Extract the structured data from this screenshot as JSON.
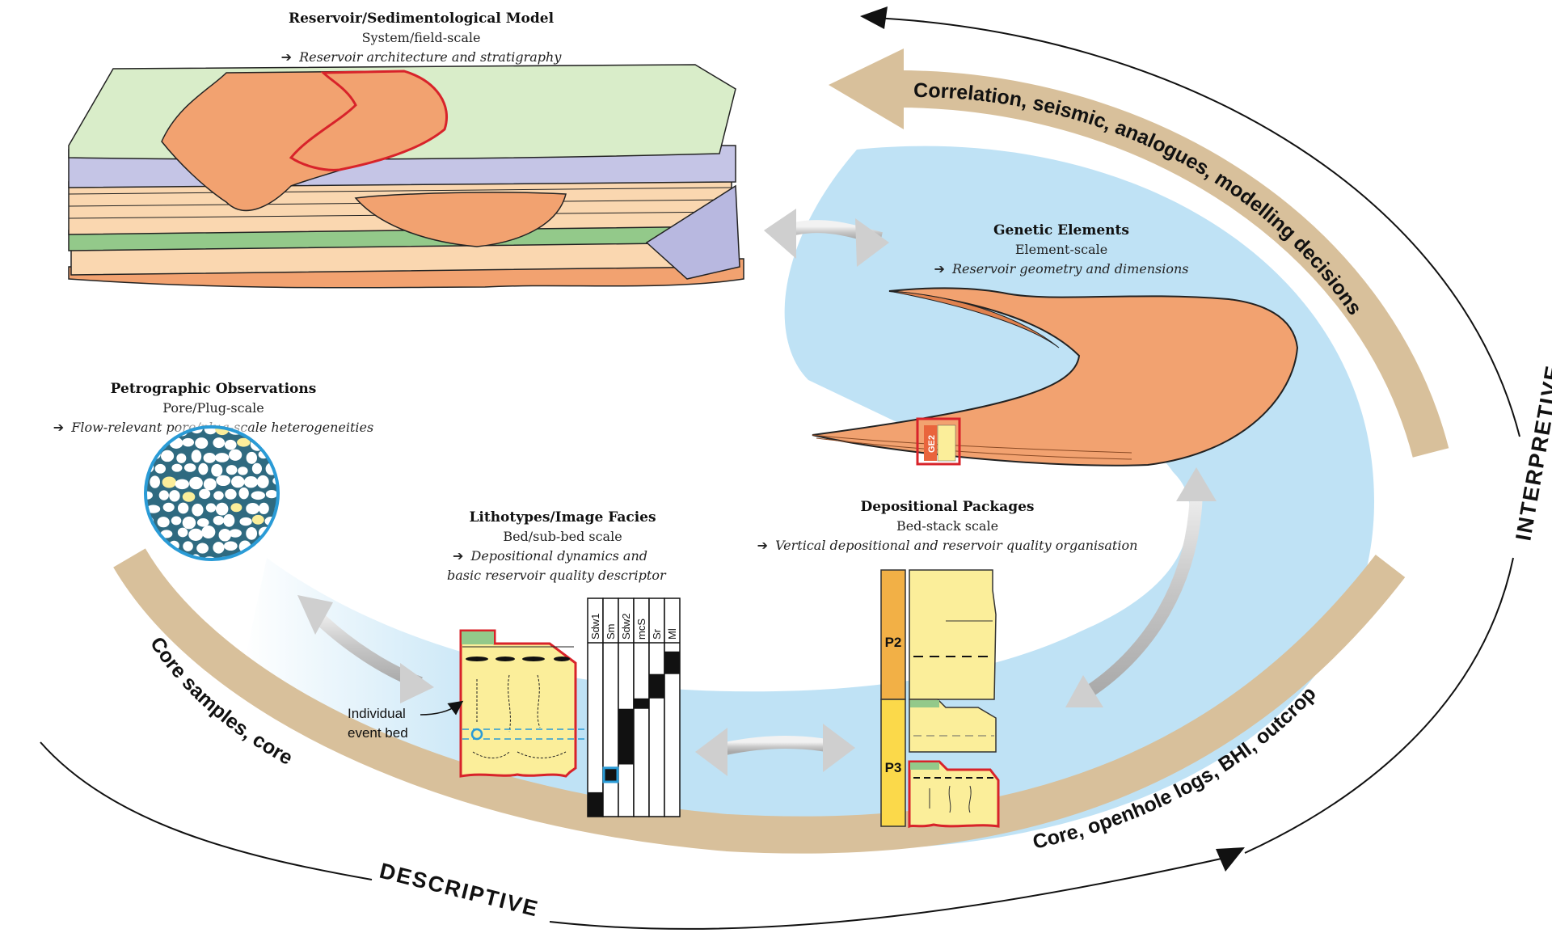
{
  "colors": {
    "band": "#d8c09b",
    "band_text": "#111111",
    "water": "#bfe2f5",
    "arrow_grey": "#c8c8c8",
    "sand_yellow": "#fbee9a",
    "mud_green": "#93c98a",
    "channel_orange": "#f2a270",
    "highlight_red": "#d8232a",
    "lavender": "#c5c5e6",
    "light_green": "#d9edc9",
    "peach": "#fad7b0",
    "p2_orange": "#f2b046",
    "p3_yellow": "#fbd94a",
    "pore_blue": "#2f6a80",
    "grain_white": "#ffffff",
    "ring_blue": "#2a9bd6"
  },
  "panels": {
    "reservoir_model": {
      "title": "Reservoir/Sedimentological Model",
      "scale": "System/field-scale",
      "description": "Reservoir architecture and stratigraphy"
    },
    "genetic_elements": {
      "title": "Genetic Elements",
      "scale": "Element-scale",
      "description": "Reservoir geometry and dimensions",
      "element_tag": "GE2"
    },
    "petrographic": {
      "title": "Petrographic Observations",
      "scale": "Pore/Plug-scale",
      "description": "Flow-relevant pore/plug-scale heterogeneities"
    },
    "lithotypes": {
      "title": "Lithotypes/Image Facies",
      "scale": "Bed/sub-bed scale",
      "description_line1": "Depositional dynamics and",
      "description_line2": "basic reservoir quality descriptor",
      "annotation_line1": "Individual",
      "annotation_line2": "event bed",
      "facies_columns": [
        "Sdw1",
        "Sm",
        "Sdw2",
        "mcS",
        "Sr",
        "Ml"
      ]
    },
    "depositional_packages": {
      "title": "Depositional Packages",
      "scale": "Bed-stack scale",
      "description": "Vertical depositional and reservoir quality organisation",
      "packages": [
        "P2",
        "P3"
      ]
    }
  },
  "arrow_glyph": "➔",
  "bands": {
    "top": "Correlation, seismic, analogues, modelling decisions",
    "bottom_left": "Core samples, core",
    "bottom_right": "Core, openhole logs, BHI, outcrop"
  },
  "modes": {
    "interpretive": "INTERPRETIVE",
    "descriptive": "DESCRIPTIVE"
  }
}
